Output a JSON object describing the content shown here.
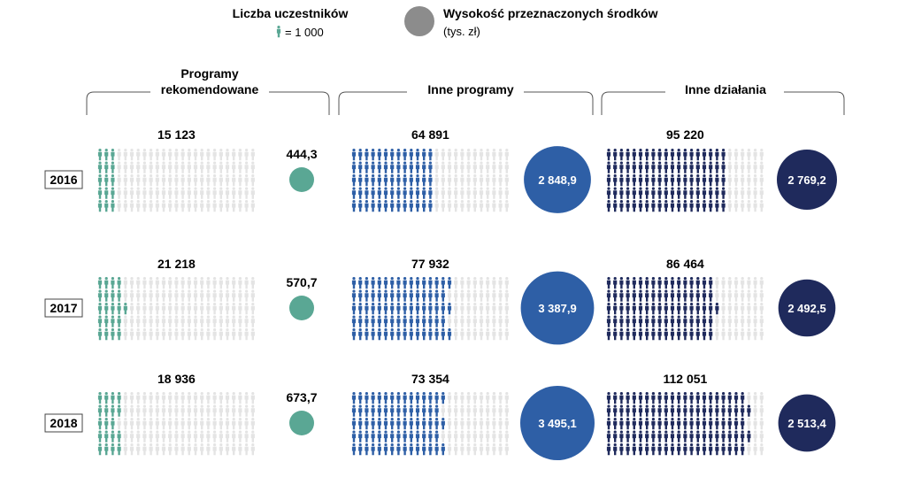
{
  "legend": {
    "participants_label": "Liczba uczestników",
    "participants_unit": "= 1 000",
    "funds_label": "Wysokość przeznaczonych środków",
    "funds_unit": "(tys. zł)"
  },
  "groups": [
    {
      "title_line1": "Programy",
      "title_line2": "rekomendowane",
      "color": "#5aa794"
    },
    {
      "title_line1": "",
      "title_line2": "Inne programy",
      "color": "#2e5fa6"
    },
    {
      "title_line1": "",
      "title_line2": "Inne działania",
      "color": "#1f2a5c"
    }
  ],
  "chart_data": {
    "type": "table",
    "years": [
      "2016",
      "2017",
      "2018"
    ],
    "series": [
      {
        "name": "Programy rekomendowane",
        "participants": [
          15123,
          21218,
          18936
        ],
        "participants_labels": [
          "15 123",
          "21 218",
          "18 936"
        ],
        "funds": [
          444.3,
          570.7,
          673.7
        ],
        "funds_labels": [
          "444,3",
          "570,7",
          "673,7"
        ]
      },
      {
        "name": "Inne programy",
        "participants": [
          64891,
          77932,
          73354
        ],
        "participants_labels": [
          "64 891",
          "77 932",
          "73 354"
        ],
        "funds": [
          2848.9,
          3387.9,
          3495.1
        ],
        "funds_labels": [
          "2 848,9",
          "3 387,9",
          "3 495,1"
        ]
      },
      {
        "name": "Inne działania",
        "participants": [
          95220,
          86464,
          112051
        ],
        "participants_labels": [
          "95 220",
          "86 464",
          "112 051"
        ],
        "funds": [
          2769.2,
          2492.5,
          2513.4
        ],
        "funds_labels": [
          "2 769,2",
          "2 492,5",
          "2 513,4"
        ]
      }
    ],
    "icon_value": 1000,
    "icons_per_row": 25,
    "icon_rows": 5,
    "icon_empty_color": "#e4e4e4",
    "legend_circle_color": "#8c8c8c",
    "icon_name": "person-icon"
  }
}
